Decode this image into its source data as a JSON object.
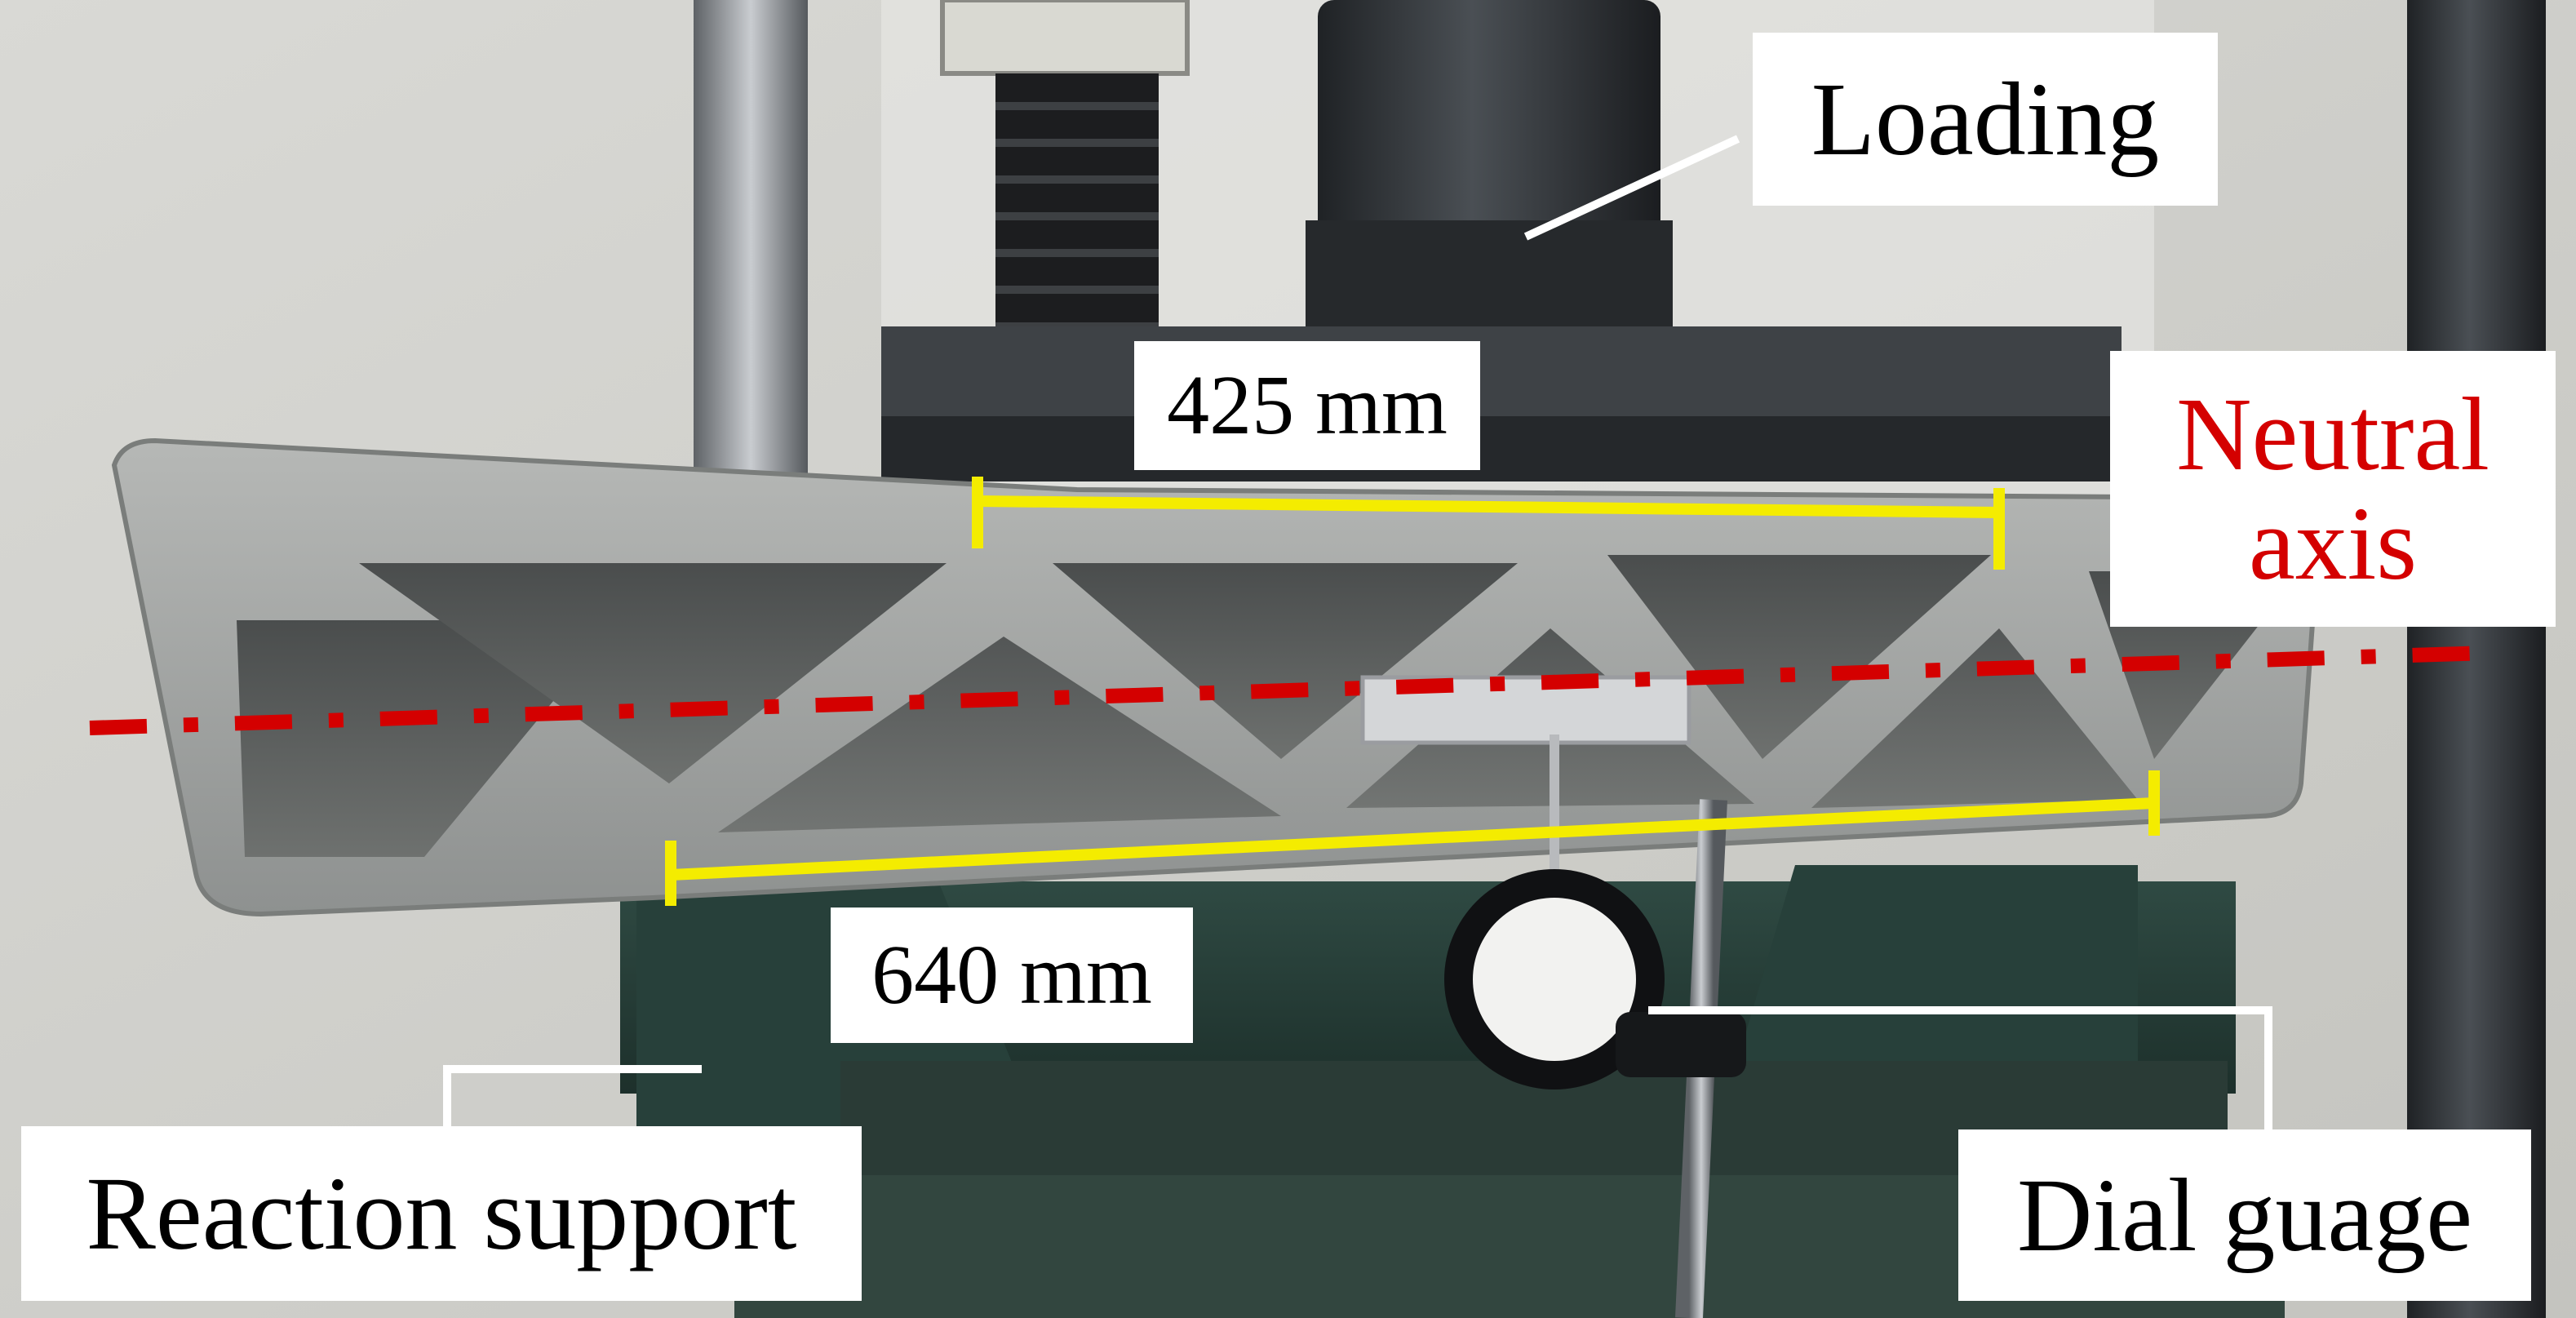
{
  "photo": {
    "subject": "3d-printed-truss-beam-test",
    "colors": {
      "label_background": "#ffffff",
      "label_text": "#000000",
      "neutral_axis": "#d40000",
      "dimension_lines": "#f4ec00",
      "leader_lines": "#ffffff"
    }
  },
  "labels": {
    "loading": "Loading",
    "span_top": "425 mm",
    "span_bottom": "640 mm",
    "neutral_axis_line1": "Neutral",
    "neutral_axis_line2": "axis",
    "reaction_support": "Reaction support",
    "dial_gauge": "Dial guage"
  }
}
